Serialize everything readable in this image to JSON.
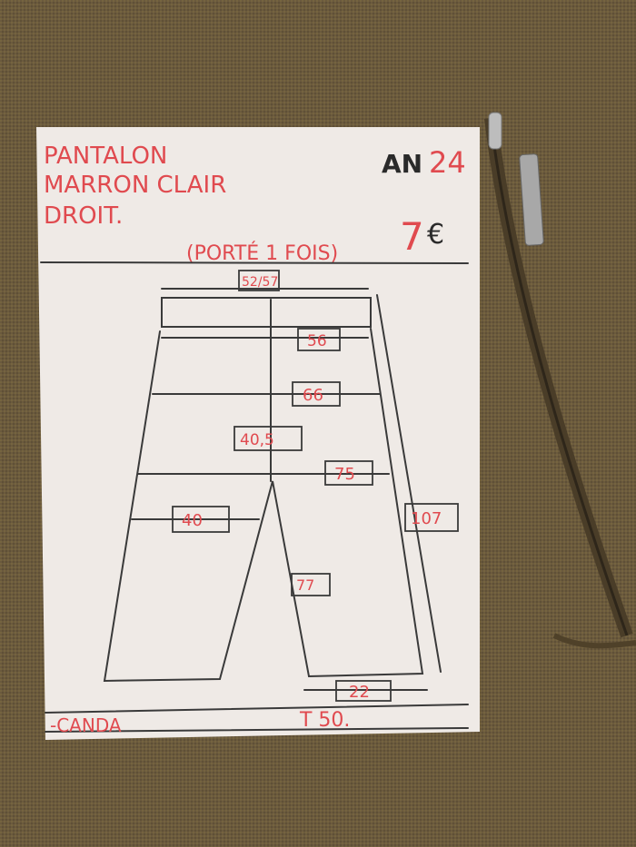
{
  "card": {
    "title_lines": [
      "PANTALON",
      "MARRON CLAIR",
      "DROIT."
    ],
    "year_prefix": "AN",
    "year": "24",
    "price": "7",
    "currency": "€",
    "condition": "(PORTÉ 1 FOIS)",
    "brand": "-CANDA",
    "size": "T 50."
  },
  "measurements": {
    "waist": "52/57",
    "hip": "56",
    "thigh_width": "66",
    "rise": "40,5",
    "full_width": "75",
    "leg_width": "40",
    "outseam": "107",
    "inseam": "77",
    "hem": "22"
  },
  "colors": {
    "fabric": "#6b5a3e",
    "card": "#efeae6",
    "ink_red": "#e04a4f",
    "pencil": "#3a3a3a"
  }
}
